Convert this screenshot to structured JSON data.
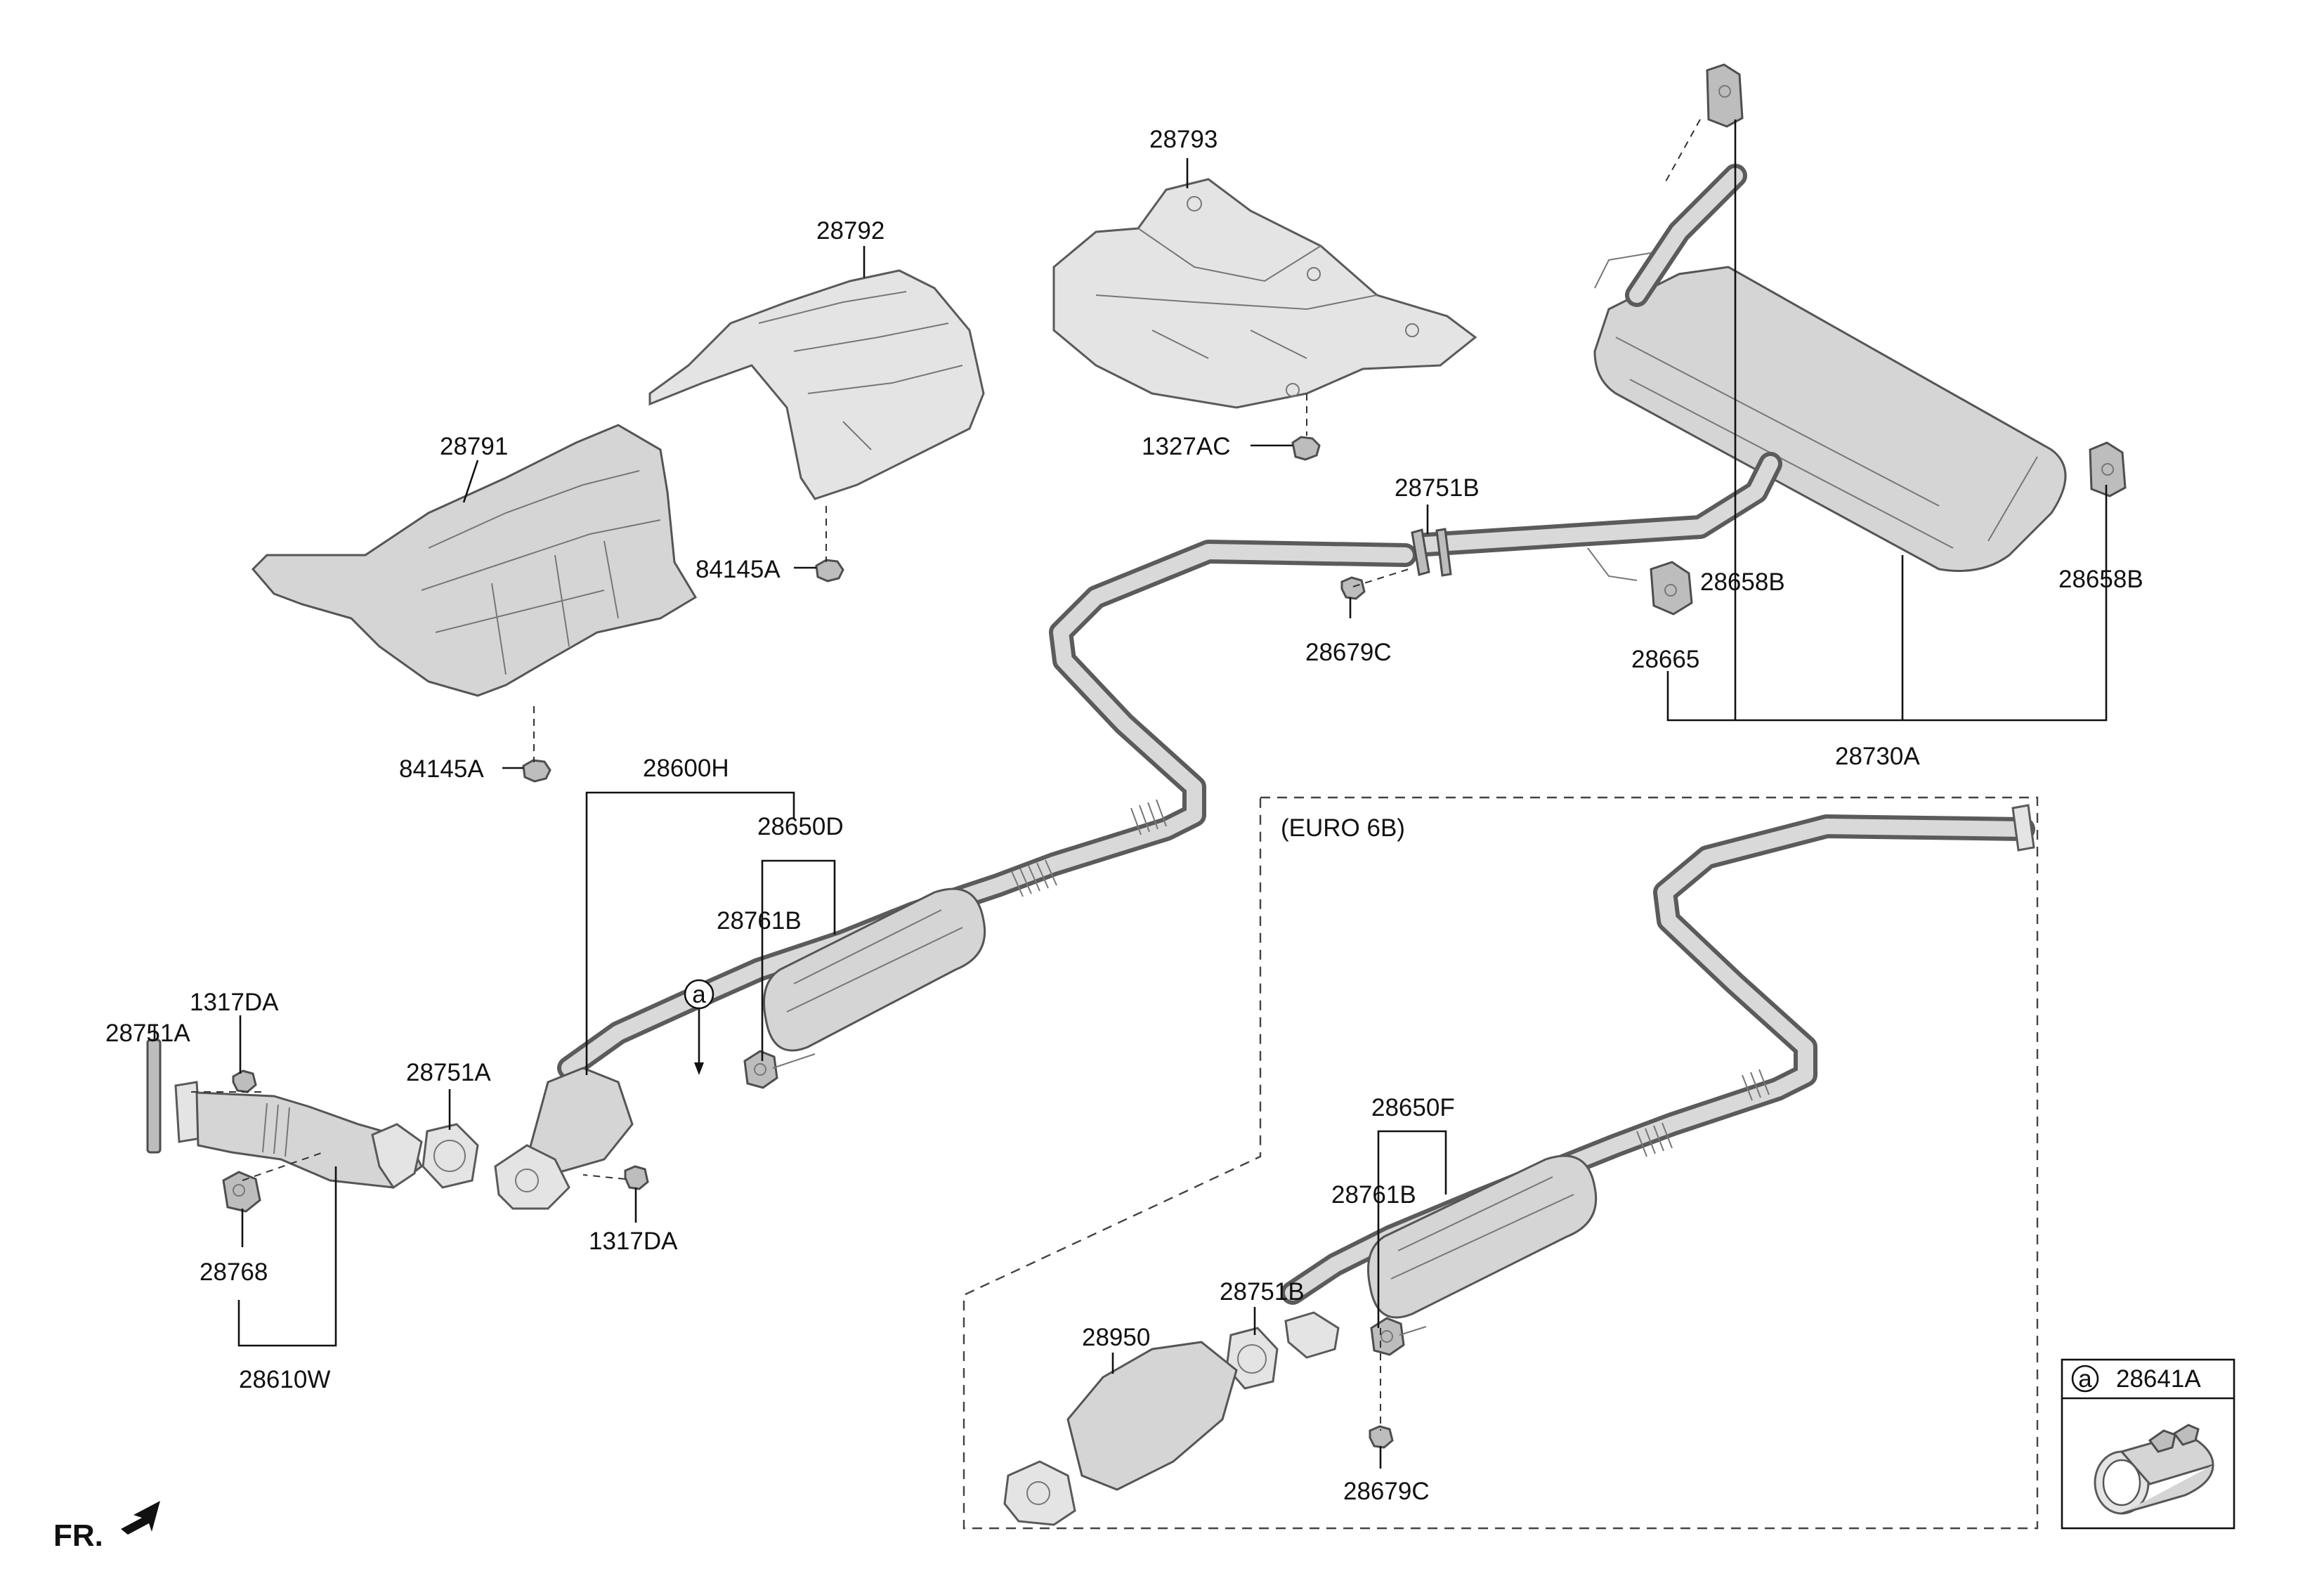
{
  "labels": {
    "p28793": "28793",
    "p28792": "28792",
    "p28791": "28791",
    "p1327AC": "1327AC",
    "p84145A_top": "84145A",
    "p84145A_bot": "84145A",
    "p28751B_top": "28751B",
    "p28679C_top": "28679C",
    "p28658B_left": "28658B",
    "p28658B_right": "28658B",
    "p28665": "28665",
    "p28730A": "28730A",
    "p28600H": "28600H",
    "p28650D": "28650D",
    "p28761B_top": "28761B",
    "p1317DA_left": "1317DA",
    "p28751A_left": "28751A",
    "p28751A_mid": "28751A",
    "p1317DA_bot": "1317DA",
    "p28768": "28768",
    "p28610W": "28610W",
    "euro_title": "(EURO 6B)",
    "p28650F": "28650F",
    "p28761B_bot": "28761B",
    "p28751B_bot": "28751B",
    "p28950": "28950",
    "p28679C_bot": "28679C",
    "callout_a_main": "a",
    "callout_a_legend": "a",
    "p28641A": "28641A",
    "fr": "FR."
  },
  "icons": {
    "front_direction": "arrow-icon"
  },
  "colors": {
    "part_fill": "#d5d5d5",
    "part_stroke": "#555555",
    "line": "#111111"
  }
}
